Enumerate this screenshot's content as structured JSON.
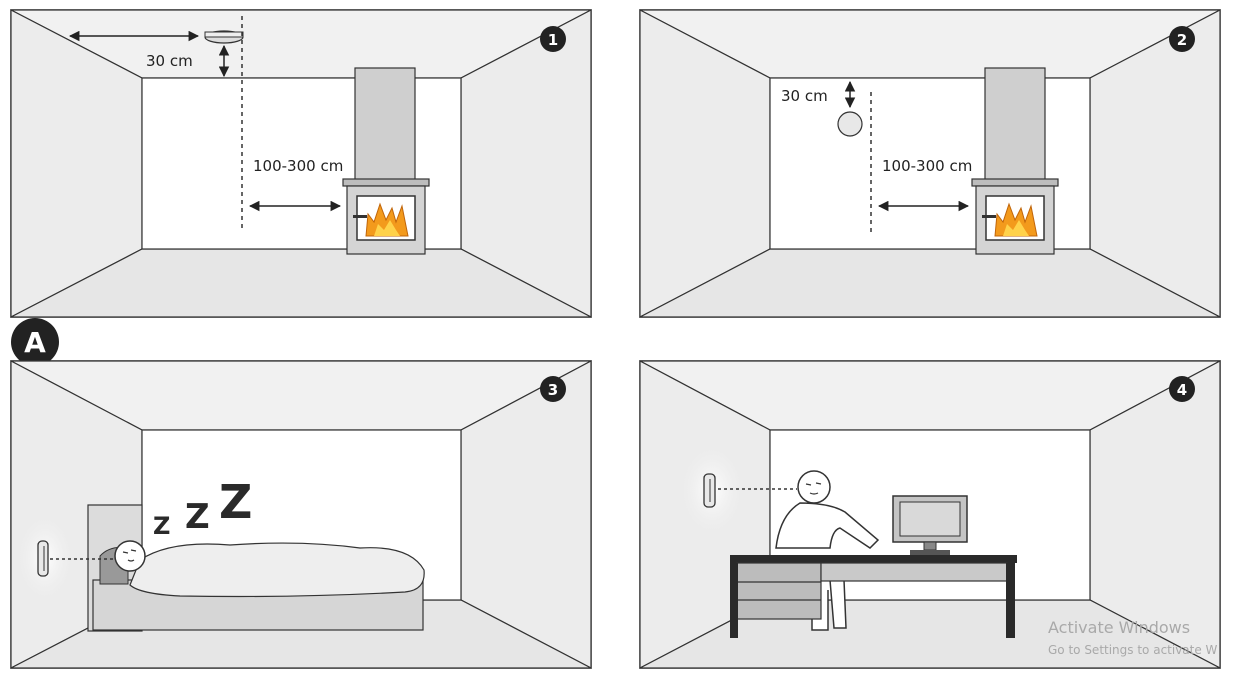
{
  "figure_label": "A",
  "panels": [
    {
      "number": "1",
      "distance_ceiling": "30 cm",
      "distance_fireplace": "100-300 cm"
    },
    {
      "number": "2",
      "distance_ceiling": "30 cm",
      "distance_fireplace": "100-300 cm"
    },
    {
      "number": "3",
      "sleep_letters": [
        "Z",
        "Z",
        "Z"
      ]
    },
    {
      "number": "4"
    }
  ],
  "watermark": {
    "title": "Activate Windows",
    "subtitle": "Go to Settings to activate W"
  },
  "colors": {
    "wall_side": "#ececec",
    "floor": "#e4e4e4",
    "ceiling": "#f1f1f1",
    "line": "#333333",
    "flame": "#f39a1c",
    "badge": "#222222"
  }
}
